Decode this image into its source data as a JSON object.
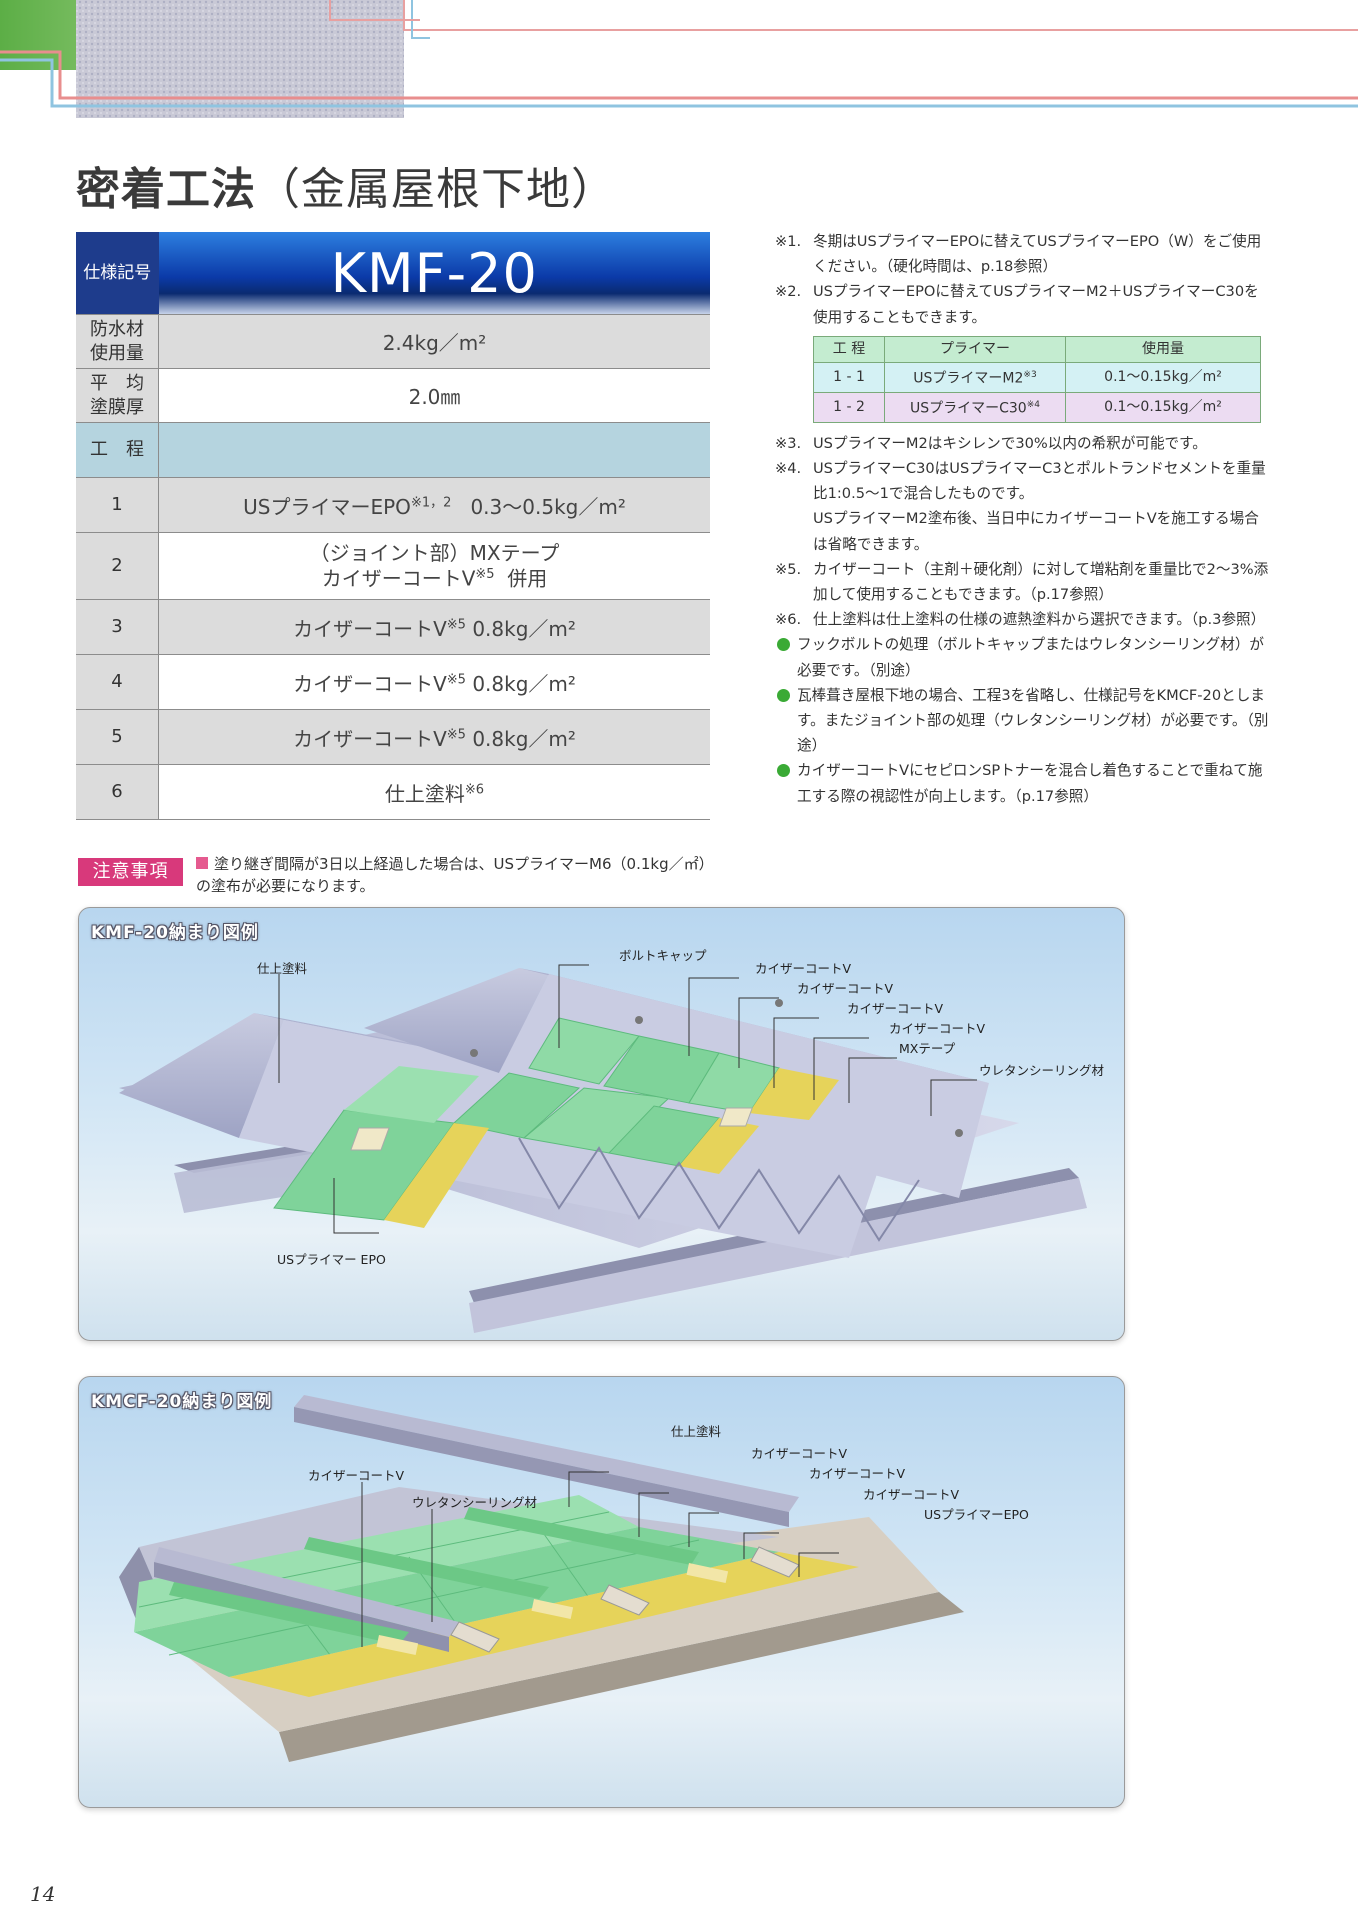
{
  "title": {
    "main": "密着工法",
    "sub": "（金属屋根下地）"
  },
  "spec_table": {
    "header_label": "仕様記号",
    "code": "KMF-20",
    "rows": [
      {
        "label": "防水材\n使用量",
        "value": "2.4kg／m²"
      },
      {
        "label": "平　均\n塗膜厚",
        "value": "2.0㎜"
      },
      {
        "label": "工　程",
        "value": ""
      }
    ],
    "steps": [
      {
        "no": "1",
        "text": "USプライマーEPO",
        "sup": "※1，2",
        "amount": "0.3〜0.5kg／m²"
      },
      {
        "no": "2",
        "line1": "（ジョイント部）MXテープ",
        "text": "カイザーコートV",
        "sup": "※5",
        "amount": "併用"
      },
      {
        "no": "3",
        "text": "カイザーコートV",
        "sup": "※5",
        "amount": "0.8kg／m²"
      },
      {
        "no": "4",
        "text": "カイザーコートV",
        "sup": "※5",
        "amount": "0.8kg／m²"
      },
      {
        "no": "5",
        "text": "カイザーコートV",
        "sup": "※5",
        "amount": "0.8kg／m²"
      },
      {
        "no": "6",
        "text": "仕上塗料",
        "sup": "※6",
        "amount": ""
      }
    ]
  },
  "notes": {
    "n1": {
      "mark": "※1.",
      "text": "冬期はUSプライマーEPOに替えてUSプライマーEPO（W）をご使用ください。（硬化時間は、p.18参照）"
    },
    "n2": {
      "mark": "※2.",
      "text": "USプライマーEPOに替えてUSプライマーM2＋USプライマーC30を使用することもできます。"
    },
    "sub_table": {
      "headers": [
        "工 程",
        "プライマー",
        "使用量"
      ],
      "rows": [
        {
          "step": "1 - 1",
          "primer": "USプライマーM2",
          "sup": "※3",
          "amount": "0.1〜0.15kg／m²"
        },
        {
          "step": "1 - 2",
          "primer": "USプライマーC30",
          "sup": "※4",
          "amount": "0.1〜0.15kg／m²"
        }
      ]
    },
    "n3": {
      "mark": "※3.",
      "text": "USプライマーM2はキシレンで30%以内の希釈が可能です。"
    },
    "n4": {
      "mark": "※4.",
      "text": "USプライマーC30はUSプライマーC3とポルトランドセメントを重量比1:0.5〜1で混合したものです。"
    },
    "n4b": {
      "text": "USプライマーM2塗布後、当日中にカイザーコートVを施工する場合は省略できます。"
    },
    "n5": {
      "mark": "※5.",
      "text": "カイザーコート（主剤＋硬化剤）に対して増粘剤を重量比で2〜3%添加して使用することもできます。（p.17参照）"
    },
    "n6": {
      "mark": "※6.",
      "text": "仕上塗料は仕上塗料の仕様の遮熱塗料から選択できます。（p.3参照）"
    },
    "b1": "フックボルトの処理（ボルトキャップまたはウレタンシーリング材）が必要です。（別途）",
    "b2": "瓦棒葺き屋根下地の場合、工程3を省略し、仕様記号をKMCF-20とします。またジョイント部の処理（ウレタンシーリング材）が必要です。（別途）",
    "b3": "カイザーコートVにセピロンSPトナーを混合し着色することで重ねて施工する際の視認性が向上します。（p.17参照）"
  },
  "caution": {
    "label": "注意事項",
    "text": "塗り継ぎ間隔が3日以上経過した場合は、USプライマーM6（0.1kg／㎡）の塗布が必要になります。"
  },
  "diagram1": {
    "title": "KMF-20納まり図例",
    "labels": {
      "finish": "仕上塗料",
      "bolt_cap": "ボルトキャップ",
      "kv1": "カイザーコートV",
      "kv2": "カイザーコートV",
      "kv3": "カイザーコートV",
      "kv4": "カイザーコートV",
      "mx": "MXテープ",
      "urethane": "ウレタンシーリング材",
      "primer": "USプライマー EPO"
    }
  },
  "diagram2": {
    "title": "KMCF-20納まり図例",
    "labels": {
      "finish": "仕上塗料",
      "kv1": "カイザーコートV",
      "kv2": "カイザーコートV",
      "kv3": "カイザーコートV",
      "kv_left": "カイザーコートV",
      "urethane": "ウレタンシーリング材",
      "primer": "USプライマーEPO"
    }
  },
  "page_number": "14",
  "colors": {
    "navy": "#1e3c8c",
    "steel_blue": "#b5d4df",
    "pink": "#d8397b",
    "green": "#3aaa35",
    "coat_green": "#7fd39a",
    "primer_yellow": "#e6d35a"
  }
}
